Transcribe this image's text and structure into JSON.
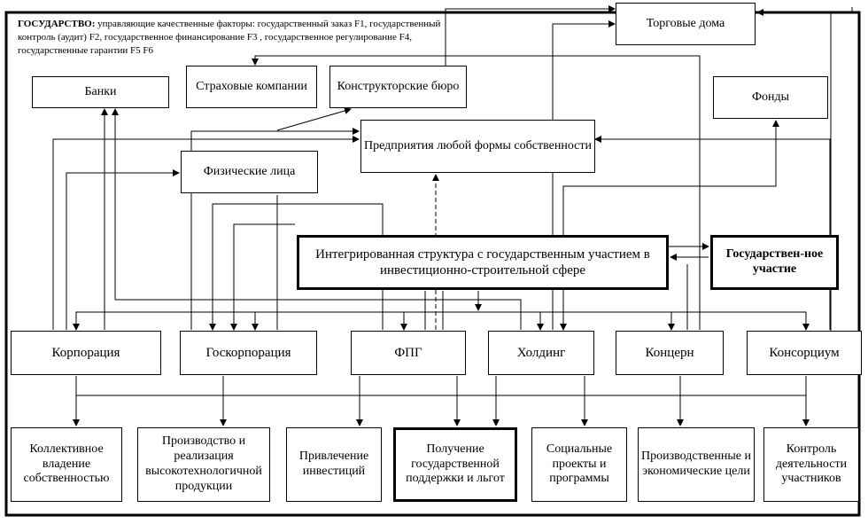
{
  "state_header": {
    "title": "ГОСУДАРСТВО:",
    "text": "управляющие качественные факторы: государственный заказ F1, государственный контроль (аудит) F2, государственное финансирование F3 , государственное регулирование F4, государственные гарантии F5 F6"
  },
  "boxes": {
    "trade_houses": "Торговые дома",
    "banks": "Банки",
    "insurance": "Страховые компании",
    "design_bureau": "Конструкторские бюро",
    "funds": "Фонды",
    "enterprises": "Предприятия любой формы собственности",
    "individuals": "Физические лица",
    "integrated": "Интегрированная структура с государственным участием в инвестиционно-строительной сфере",
    "state_participation": "Государствен-ное участие",
    "corporation": "Корпорация",
    "state_corporation": "Госкорпорация",
    "fig": "ФПГ",
    "holding": "Холдинг",
    "concern": "Концерн",
    "consortium": "Консорциум"
  },
  "goals": {
    "collective": "Коллективное владение собственностью",
    "hightech": "Производство и реализация высокотехнологичной продукции",
    "investments": "Привлечение инвестиций",
    "support": "Получение государственной поддержки и льгот",
    "social": "Социальные проекты и программы",
    "economic": "Производственные и экономические цели",
    "control": "Контроль деятельности участников"
  }
}
